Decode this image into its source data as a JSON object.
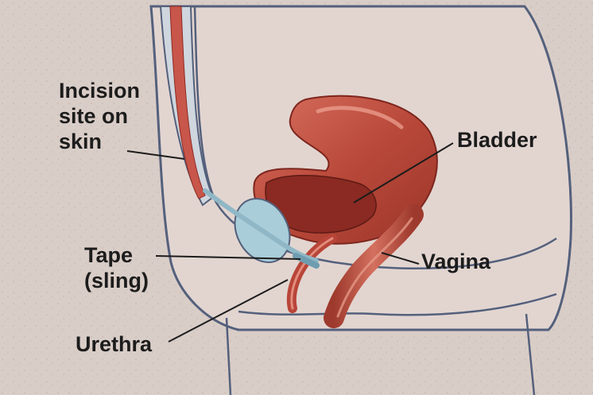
{
  "labels": {
    "incision_line1": "Incision",
    "incision_line2": "site on",
    "incision_line3": "skin",
    "bladder": "Bladder",
    "tape_line1": "Tape",
    "tape_line2": "(sling)",
    "vagina": "Vagina",
    "urethra": "Urethra"
  },
  "colors": {
    "background": "#d8ccc6",
    "skin": "#e0d3ce",
    "outline": "#54607c",
    "organ": "#b9493a",
    "organ_dark": "#8e2a22",
    "organ_highlight": "#e2877a",
    "tape": "#a9cdd9",
    "label_text": "#1c1c1c"
  }
}
